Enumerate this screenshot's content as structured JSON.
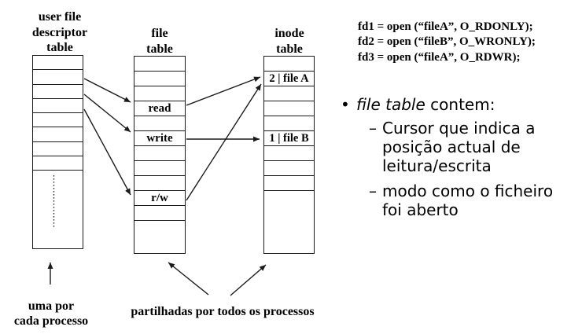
{
  "slide": {
    "tables": {
      "ufdt": {
        "title": "user file\ndescriptor\ntable"
      },
      "file": {
        "title": "file\ntable",
        "cells": {
          "read": "read",
          "write": "write",
          "rw": "r/w"
        }
      },
      "inode": {
        "title": "inode\ntable",
        "cells": {
          "fileA": "2 | file A",
          "fileB": "1 | file B"
        }
      }
    },
    "code_lines": [
      "fd1 = open (“fileA”, O_RDONLY);",
      "fd2 = open (“fileB”, O_WRONLY);",
      "fd3 = open (“fileA”, O_RDWR);"
    ],
    "bullet": {
      "marker": "•",
      "em": "file table",
      "rest": " contem:"
    },
    "sub_bullets": [
      {
        "dash": "–",
        "text": "Cursor que indica a\nposição actual de\nleitura/escrita"
      },
      {
        "dash": "–",
        "text": "modo como o ficheiro\nfoi aberto"
      }
    ],
    "captions": {
      "per_process": "uma por\ncada processo",
      "shared": "partilhadas por todos os processos"
    },
    "colors": {
      "ink": "#1a1a1a",
      "background": "#ffffff"
    }
  }
}
